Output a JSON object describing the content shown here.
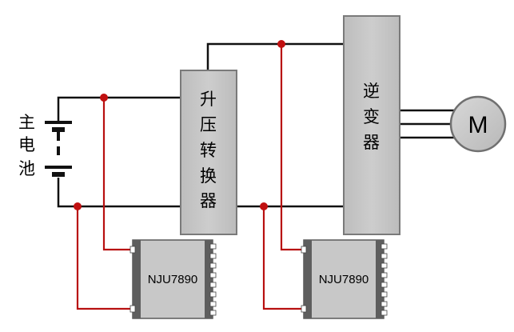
{
  "battery": {
    "chars": [
      "主",
      "电",
      "池"
    ]
  },
  "boost_converter": {
    "chars": [
      "升",
      "压",
      "转",
      "换",
      "器"
    ]
  },
  "inverter": {
    "chars": [
      "逆",
      "变",
      "器"
    ]
  },
  "motor": {
    "label": "M"
  },
  "chips": [
    {
      "label": "NJU7890"
    },
    {
      "label": "NJU7890"
    }
  ],
  "colors": {
    "wire": "#111111",
    "sense_wire": "#b81010",
    "block_fill": "#c6c6c6",
    "block_stroke": "#7a7a7a",
    "chip_fill": "#c8c8c8",
    "motor_fill": "#c8c8c8"
  }
}
